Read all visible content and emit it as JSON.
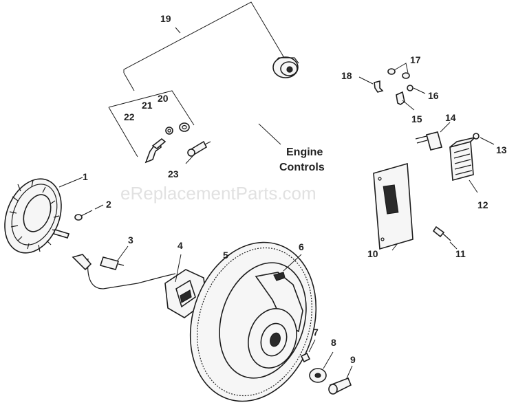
{
  "watermark": "eReplacementParts.com",
  "group_label": {
    "line1": "Engine",
    "line2": "Controls"
  },
  "callouts": [
    "1",
    "2",
    "3",
    "4",
    "5",
    "6",
    "7",
    "8",
    "9",
    "10",
    "11",
    "12",
    "13",
    "14",
    "15",
    "16",
    "17",
    "18",
    "19",
    "20",
    "21",
    "22",
    "23"
  ]
}
